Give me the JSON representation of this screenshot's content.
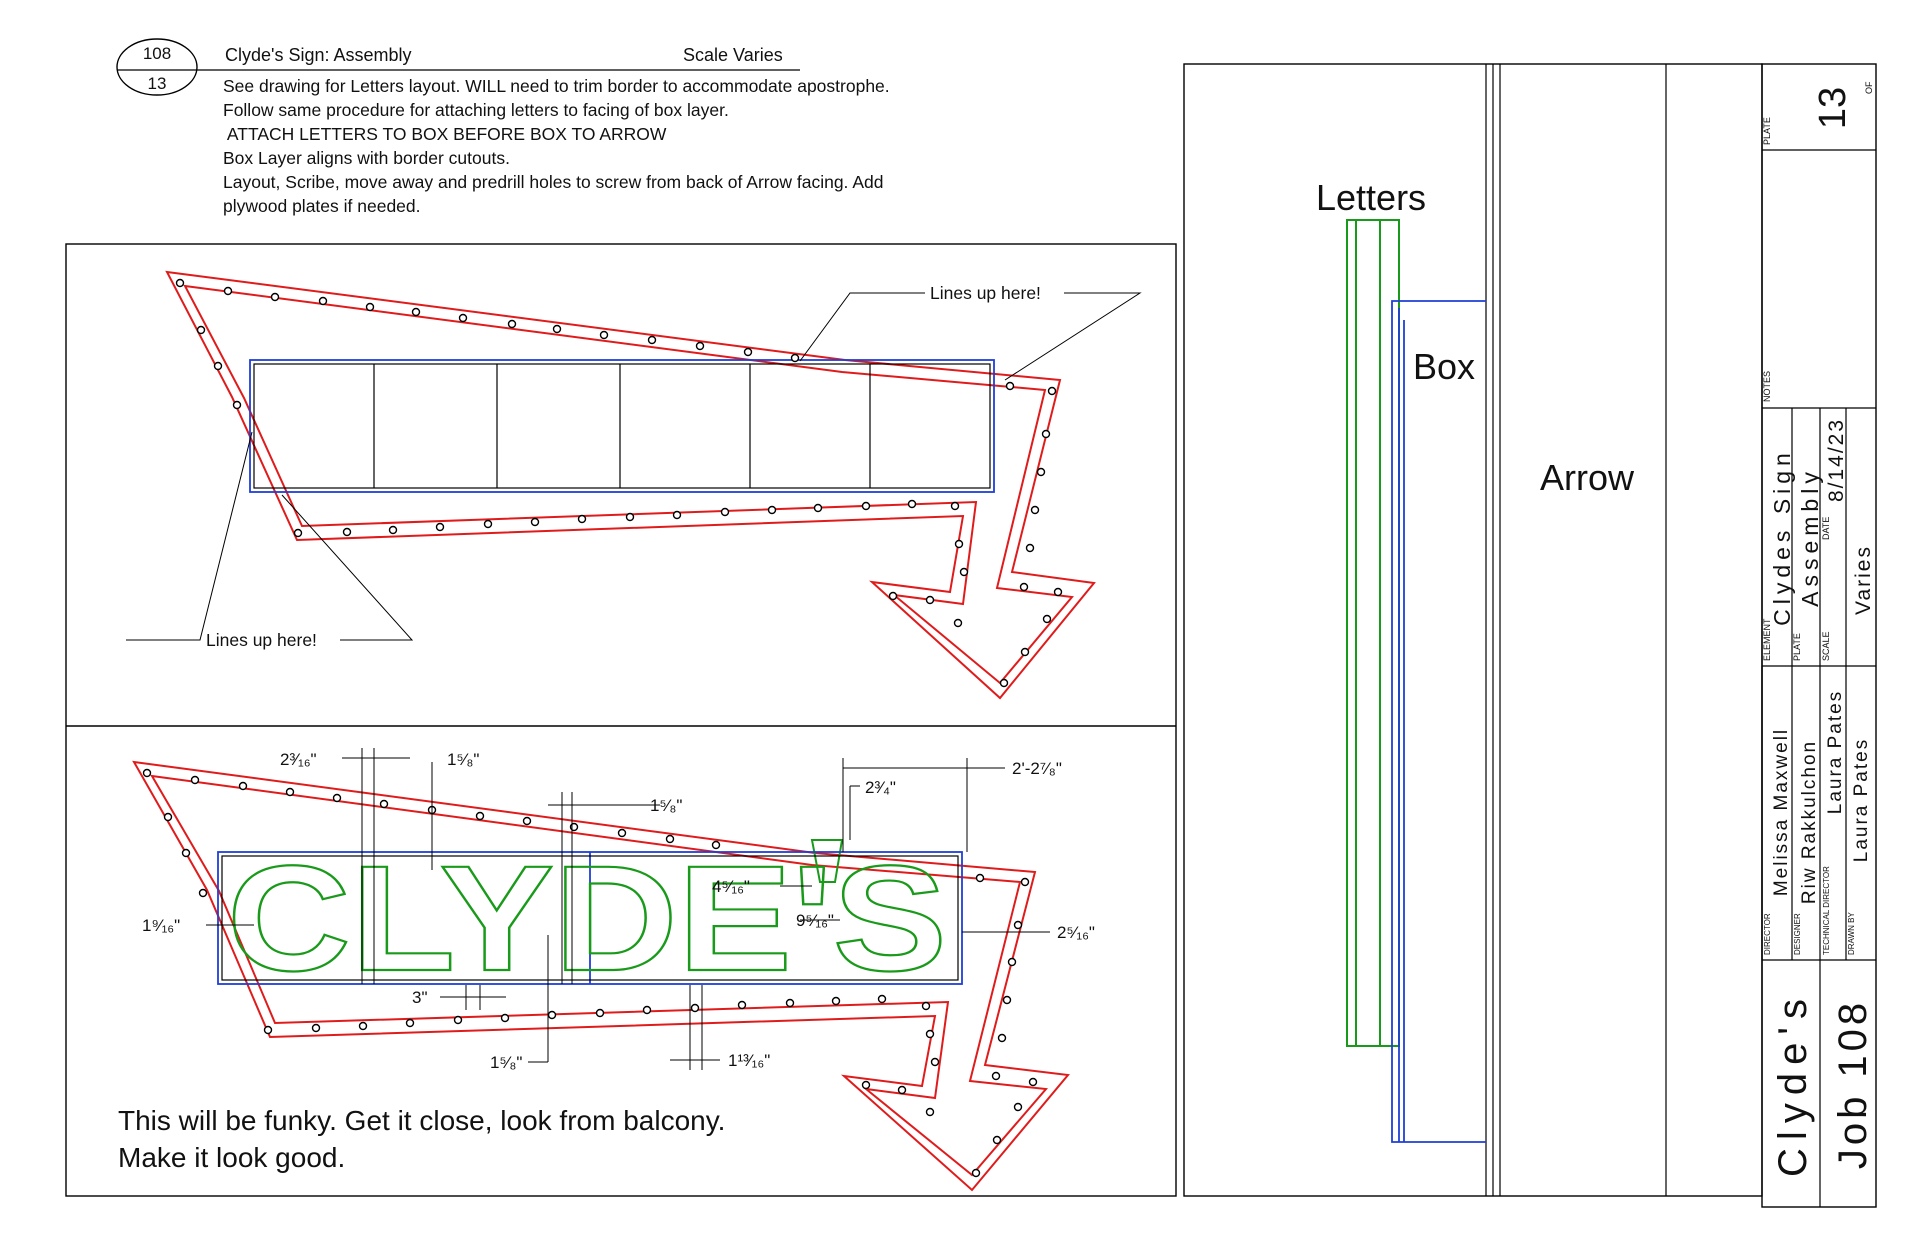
{
  "header": {
    "job_number": "108",
    "plate_number": "13",
    "title": "Clyde's Sign: Assembly",
    "scale": "Scale Varies",
    "notes": [
      "See drawing for Letters layout. WILL need to trim border to accommodate apostrophe.",
      "Follow same procedure for attaching letters to facing of box layer.",
      " ATTACH LETTERS TO BOX BEFORE BOX TO ARROW",
      "Box Layer aligns with border cutouts.",
      "Layout, Scribe, move away and predrill holes to screw from back of Arrow facing. Add",
      "plywood plates if needed."
    ]
  },
  "top_view": {
    "callout_right": "Lines up here!",
    "callout_left": "Lines up here!"
  },
  "bottom_view": {
    "sign_text": "CLYDE'S",
    "dimensions": {
      "d1": "2³⁄₁₆\"",
      "d2": "1⁵⁄₈\"",
      "d3": "1⁵⁄₈\"",
      "d4": "2'-2⁷⁄₈\"",
      "d5": "2³⁄₄\"",
      "d6": "4⁵⁄₁₆\"",
      "d7": "9⁵⁄₁₆\"",
      "d8": "1⁹⁄₁₆\"",
      "d9": "2⁵⁄₁₆\"",
      "d10": "3\"",
      "d11": "1⁵⁄₈\"",
      "d12": "1¹³⁄₁₆\""
    },
    "note_line1": "This will be funky. Get it close, look from balcony.",
    "note_line2": "Make it look good."
  },
  "section_view": {
    "label_letters": "Letters",
    "label_box": "Box",
    "label_arrow": "Arrow"
  },
  "title_block": {
    "plate_label": "PLATE",
    "plate_value": "13",
    "of_label": "OF",
    "notes_label": "NOTES",
    "element_label": "ELEMENT",
    "element_value": "Clydes Sign",
    "plate_name_label": "PLATE",
    "plate_name_value": "Assembly",
    "date_label": "DATE",
    "date_value": "8/14/23",
    "scale_label": "SCALE",
    "scale_value": "Varies",
    "director_label": "DIRECTOR",
    "director_value": "Melissa Maxwell",
    "designer_label": "DESIGNER",
    "designer_value": "Riw Rakkulchon",
    "td_label": "TECHNICAL DIRECTOR",
    "td_value": "Laura Pates",
    "drawn_label": "DRAWN BY",
    "drawn_value": "Laura Pates",
    "show_name": "Clyde's",
    "job_name": "Job 108"
  },
  "colors": {
    "border": "#e01b1b",
    "box": "#1f3fd6",
    "letters": "#1a9a1a",
    "ink": "#000000"
  }
}
